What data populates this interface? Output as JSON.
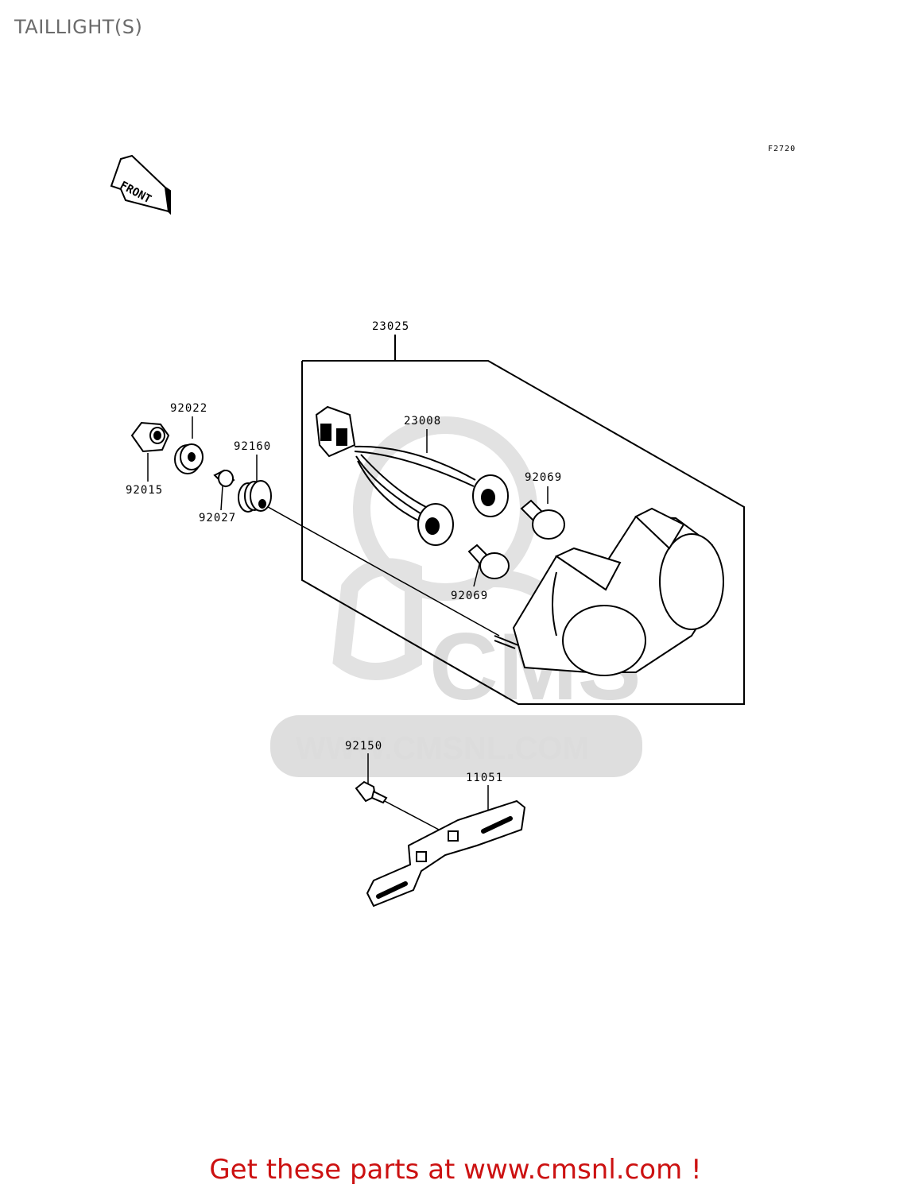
{
  "page": {
    "title": "TAILLIGHT(S)",
    "figure_code": "F2720",
    "front_label": "FRONT",
    "footer_cta": "Get these parts at www.cmsnl.com !"
  },
  "watermark": {
    "brand": "CMS",
    "url": "WWW.CMSNL.COM"
  },
  "parts": [
    {
      "number": "23025",
      "description": "taillight assembly"
    },
    {
      "number": "23008",
      "description": "wiring harness with sockets"
    },
    {
      "number": "92069",
      "description": "bulb"
    },
    {
      "number": "92069",
      "description": "bulb"
    },
    {
      "number": "92022",
      "description": "washer"
    },
    {
      "number": "92015",
      "description": "nut"
    },
    {
      "number": "92160",
      "description": "damper"
    },
    {
      "number": "92027",
      "description": "collar"
    },
    {
      "number": "92150",
      "description": "bolt"
    },
    {
      "number": "11051",
      "description": "bracket"
    }
  ],
  "colors": {
    "line": "#000000",
    "title": "#6b6b6b",
    "footer": "#cc1111",
    "watermark": "#dcdcdc"
  }
}
